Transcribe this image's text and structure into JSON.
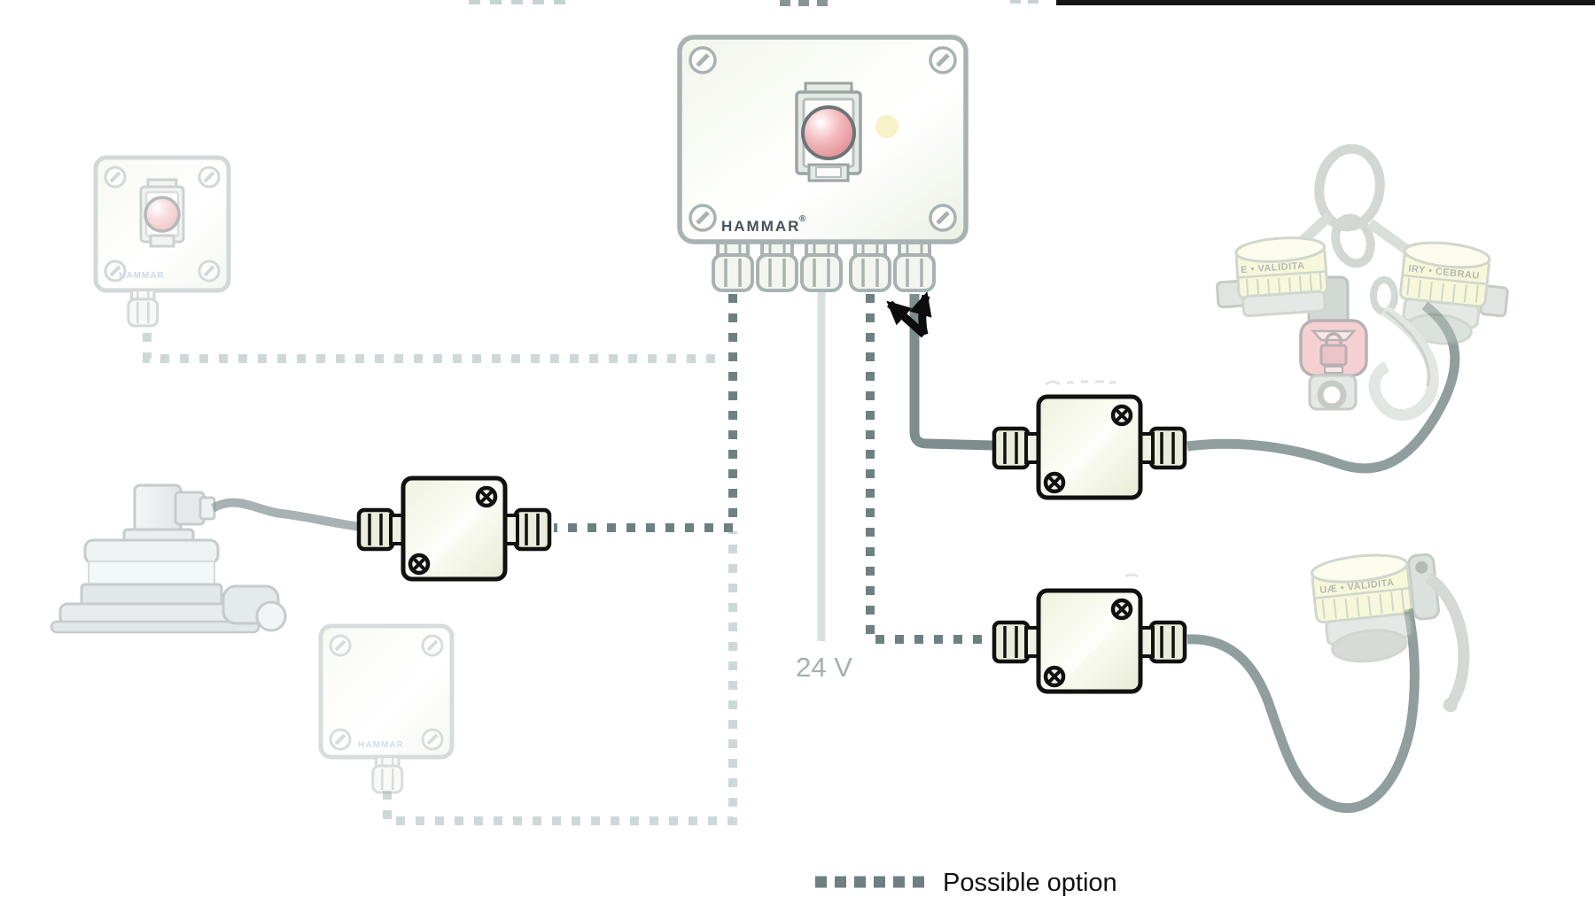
{
  "diagram": {
    "main_control_panel": {
      "brand": "HAMMAR",
      "reg_mark": "®"
    },
    "alarm_panel": {
      "brand": "HAMMAR"
    },
    "bottom_option_box": {
      "brand": "HAMMAR"
    },
    "power_label": "24 V",
    "legend": {
      "label": "Possible option"
    },
    "release_units": {
      "top_left_cap_text": "E • VALIDITA",
      "top_right_cap_text": "IRY • CEBRAU",
      "bottom_cap_text": "UÆ • VALIDITA"
    },
    "colors": {
      "option_line_dark": "#6e8080",
      "option_line_faded": "#cfd8d8",
      "power_line": "#d9e0e0",
      "cable": "#7d8d8d",
      "lamp_red": "#e4858b",
      "cap_yellow": "#eff3b4",
      "box_outline": "#a9b2b2"
    }
  }
}
